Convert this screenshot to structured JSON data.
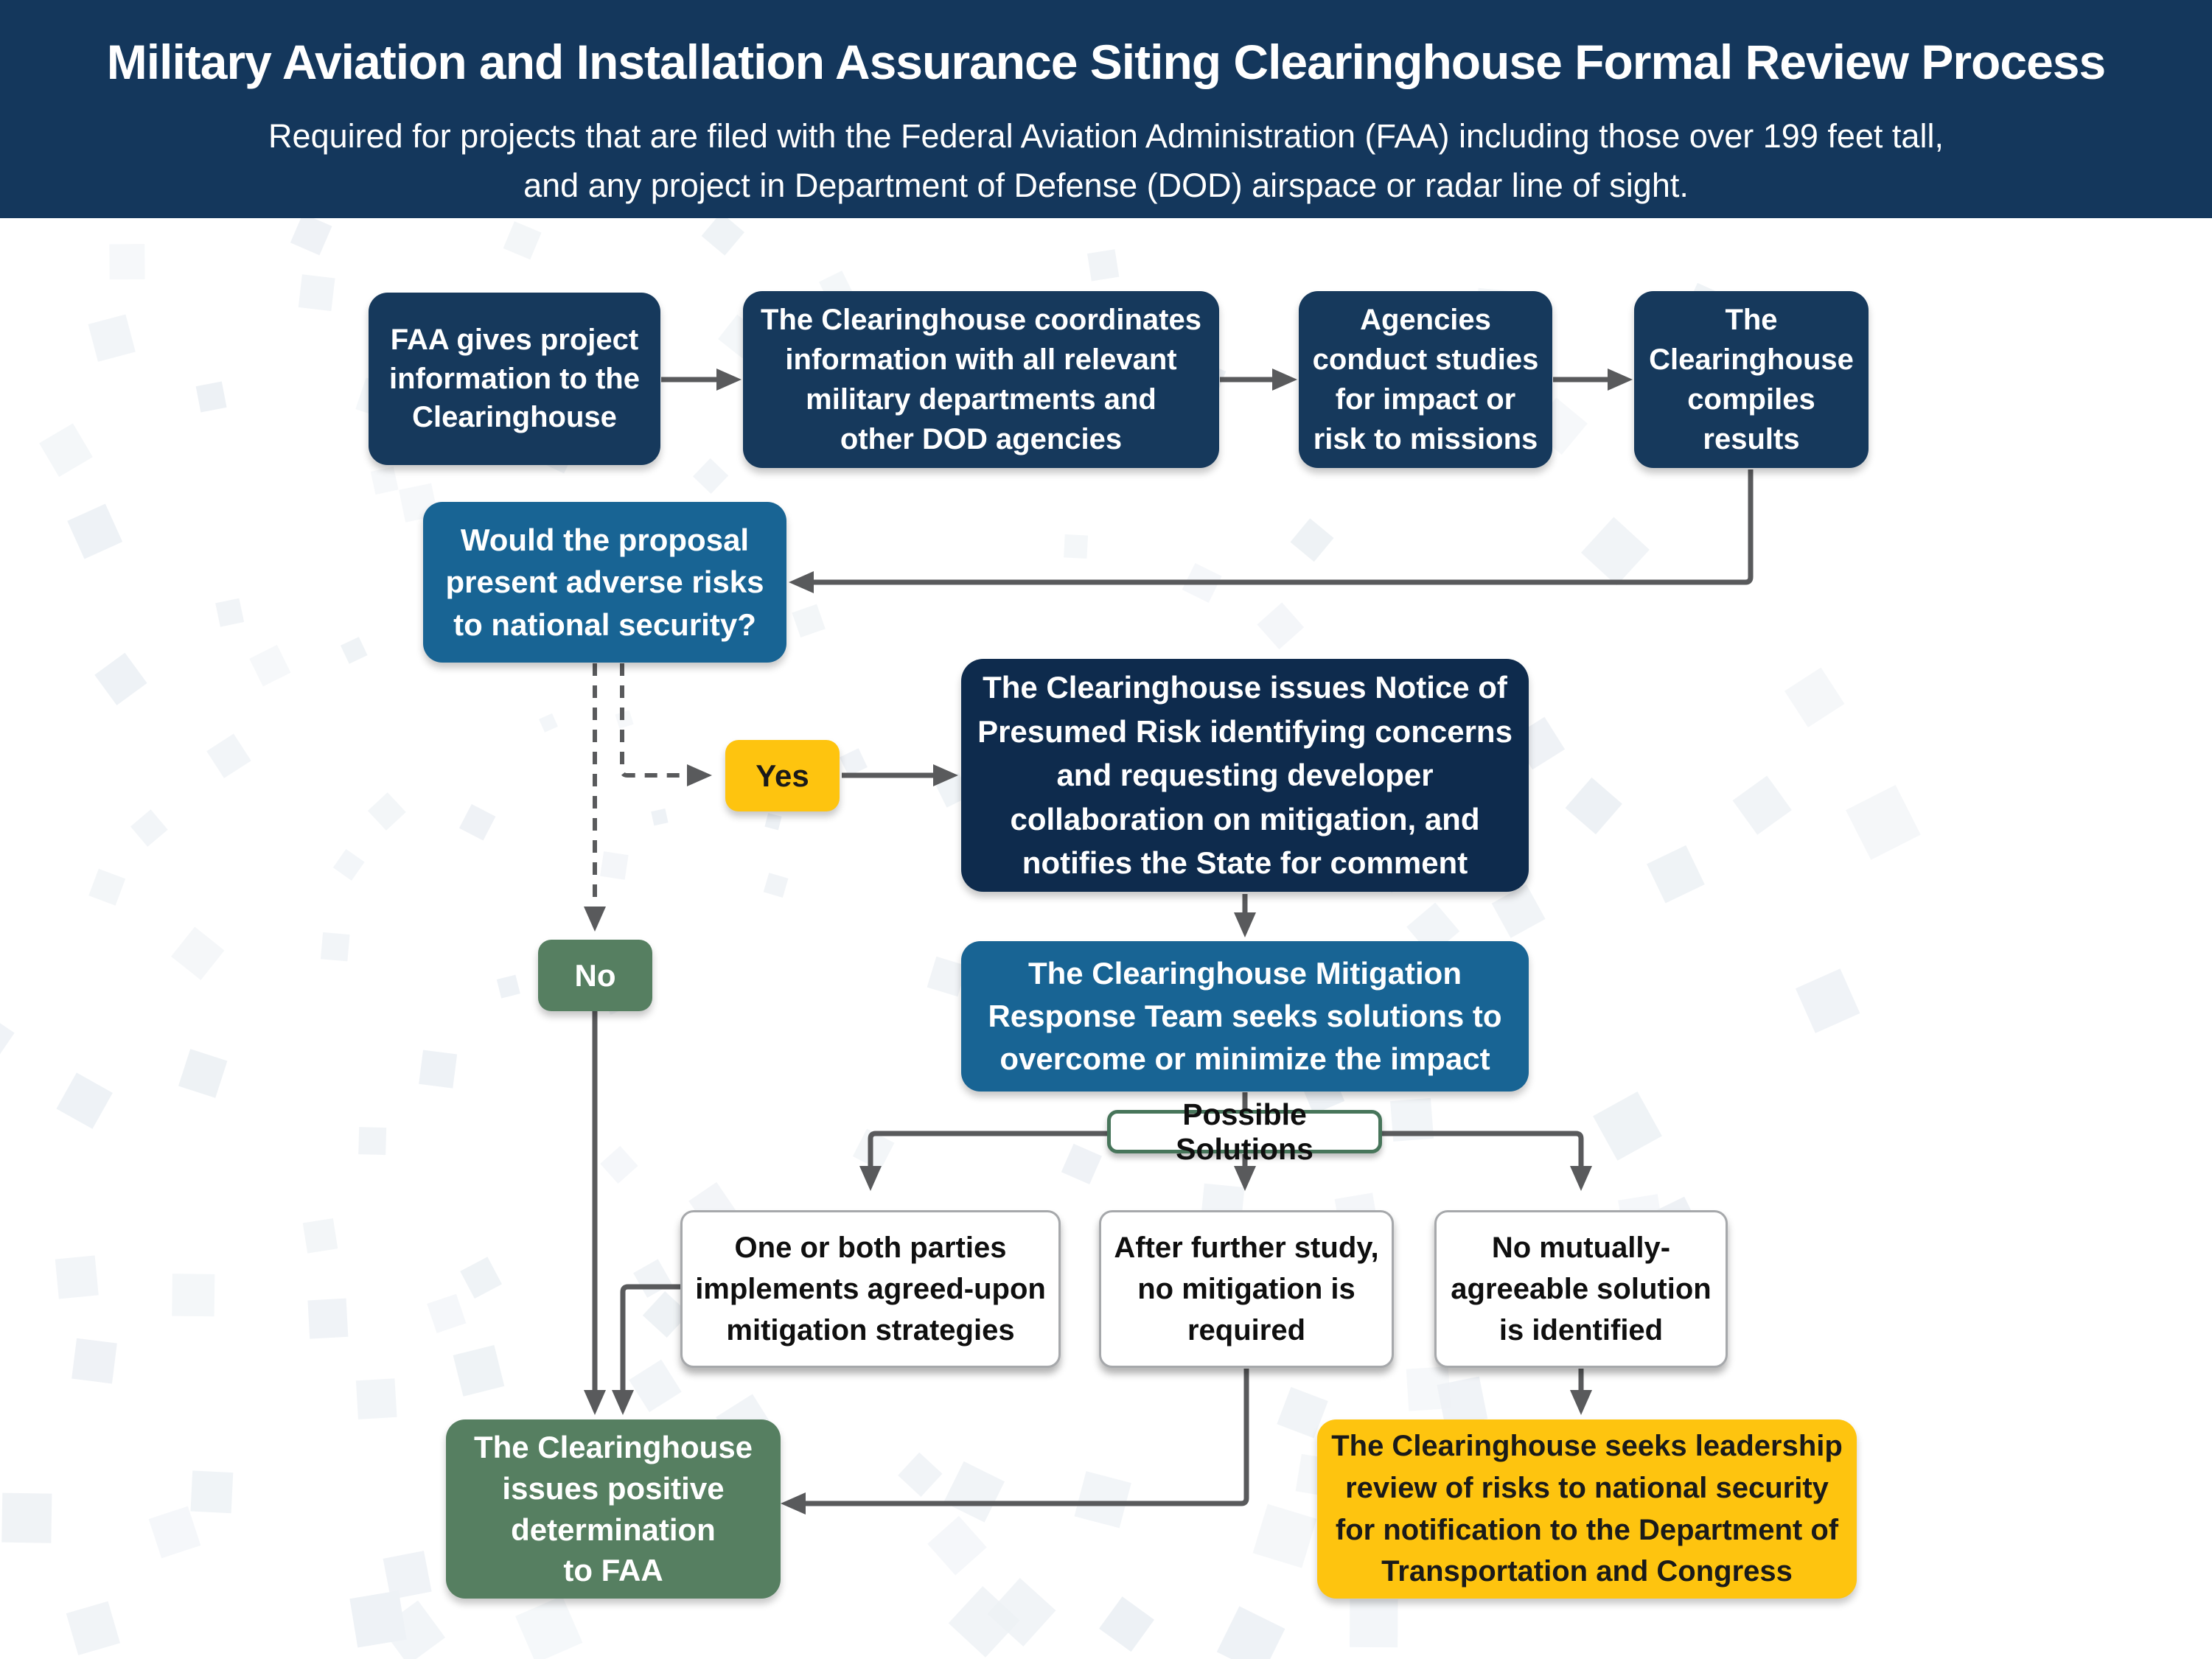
{
  "header": {
    "title": "Military Aviation and Installation Assurance Siting Clearinghouse Formal Review Process",
    "subtitle": "Required for projects that are filed with the Federal Aviation Administration (FAA) including those over 199 feet tall,\nand any project in Department of Defense (DOD) airspace or radar line of sight."
  },
  "flow": {
    "step_faa": "FAA gives project\ninformation to the\nClearinghouse",
    "step_coordinate": "The Clearinghouse coordinates\ninformation with all relevant\nmilitary departments and\nother DOD agencies",
    "step_studies": "Agencies\nconduct studies\nfor impact or\nrisk to missions",
    "step_compiles": "The\nClearinghouse\ncompiles\nresults",
    "decision": "Would the proposal\npresent adverse risks\nto national security?",
    "yes_label": "Yes",
    "no_label": "No",
    "notice": "The Clearinghouse issues Notice of\nPresumed Risk identifying concerns\nand requesting developer\ncollaboration on mitigation, and\nnotifies the State for comment",
    "mitigation": "The Clearinghouse Mitigation\nResponse Team seeks solutions to\novercome or minimize the impact",
    "possible_solutions_label": "Possible Solutions",
    "solution_implement": "One or both parties\nimplements agreed-upon\nmitigation strategies",
    "solution_no_mitigation": "After further study,\nno mitigation is\nrequired",
    "solution_no_agreement": "No mutually-\nagreeable solution\nis identified",
    "positive_determination": "The Clearinghouse\nissues positive\ndetermination\nto FAA",
    "leadership_review": "The Clearinghouse seeks leadership\nreview of risks to national security\nfor notification to the Department of\nTransportation and Congress"
  },
  "colors": {
    "header": "#14375c",
    "navy": "#16395c",
    "navyDark": "#0e2b4d",
    "blue": "#186494",
    "green": "#567f61",
    "greenBorder": "#47755a",
    "yellow": "#fec40f",
    "arrow": "#595a5c",
    "pattern": "#edf1f5"
  }
}
